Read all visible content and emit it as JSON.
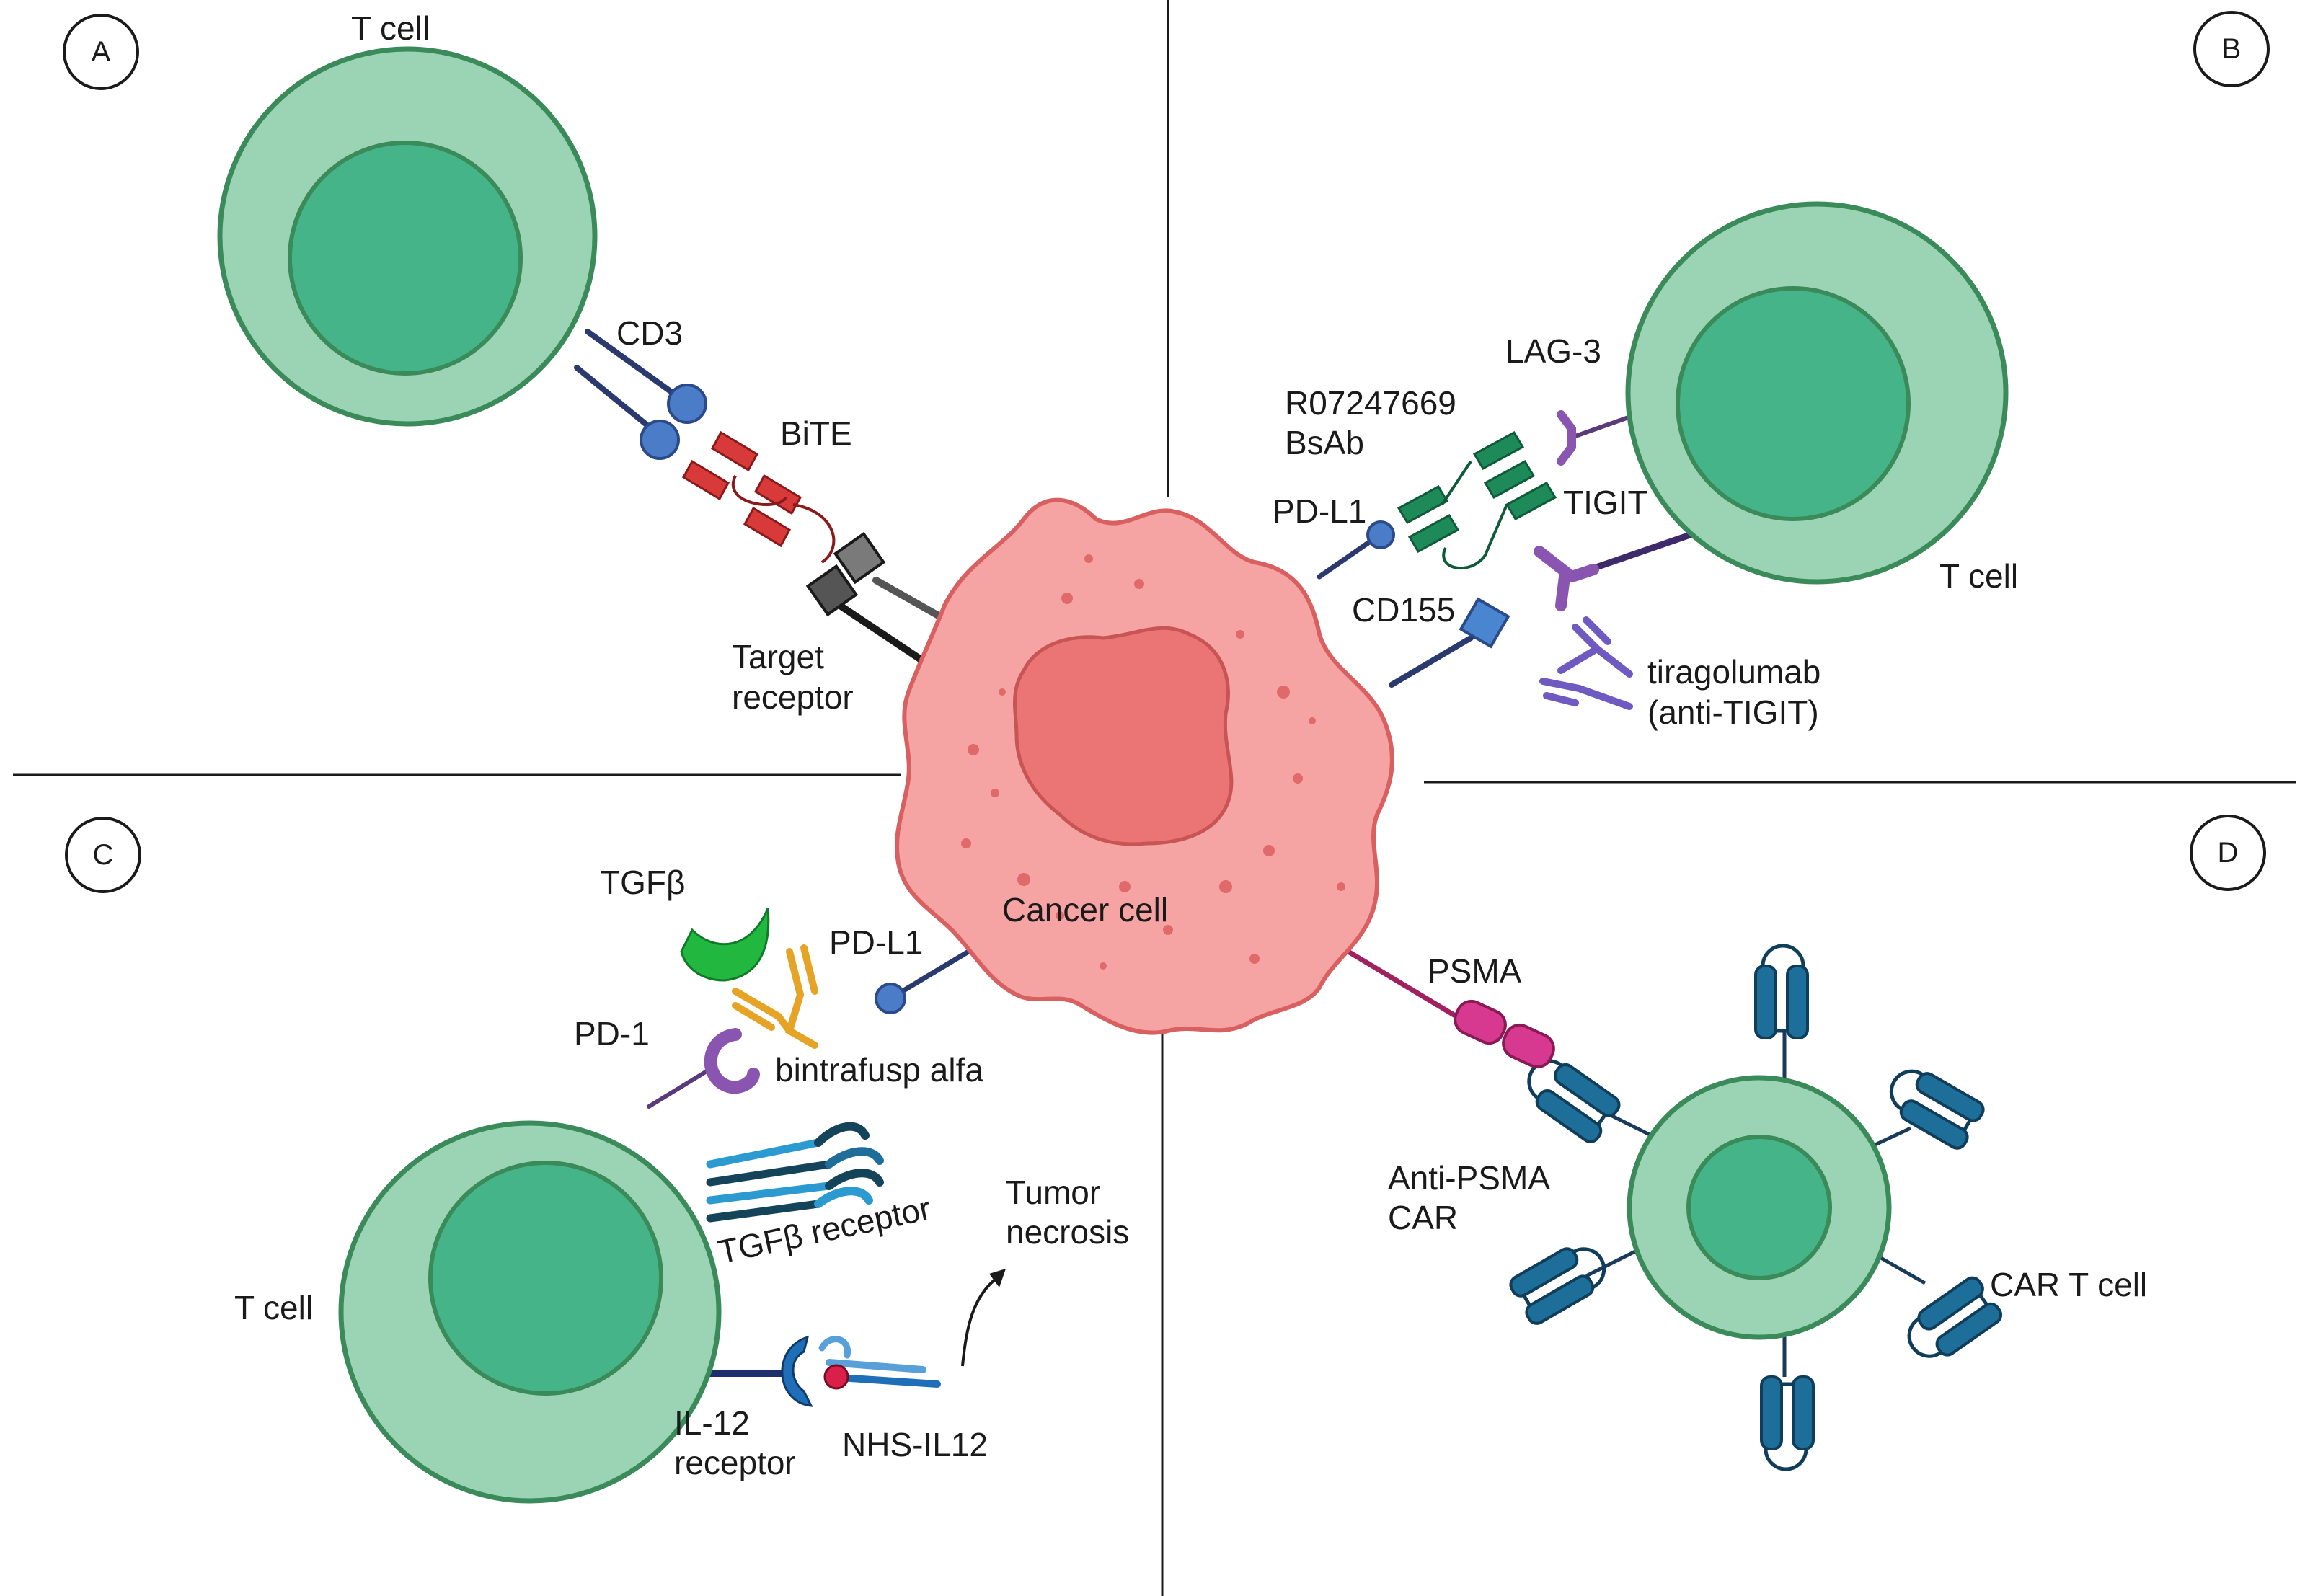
{
  "panels": {
    "a": {
      "letter": "A"
    },
    "b": {
      "letter": "B"
    },
    "c": {
      "letter": "C"
    },
    "d": {
      "letter": "D"
    }
  },
  "center": {
    "cancer_cell": "Cancer cell"
  },
  "panel_a": {
    "t_cell": "T cell",
    "cd3": "CD3",
    "bite": "BiTE",
    "target_receptor_line1": "Target",
    "target_receptor_line2": "receptor"
  },
  "panel_b": {
    "t_cell": "T cell",
    "lag3": "LAG-3",
    "bsab_line1": "R07247669",
    "bsab_line2": "BsAb",
    "pdl1": "PD-L1",
    "tigit": "TIGIT",
    "cd155": "CD155",
    "tiragolumab_line1": "tiragolumab",
    "tiragolumab_line2": "(anti-TIGIT)"
  },
  "panel_c": {
    "tgfb": "TGFβ",
    "pdl1": "PD-L1",
    "pd1": "PD-1",
    "bintrafusp": "bintrafusp alfa",
    "tgfb_receptor": "TGFβ receptor",
    "tumor_necrosis_line1": "Tumor",
    "tumor_necrosis_line2": "necrosis",
    "t_cell": "T cell",
    "il12_receptor_line1": "IL-12",
    "il12_receptor_line2": "receptor",
    "nhs_il12": "NHS-IL12"
  },
  "panel_d": {
    "psma": "PSMA",
    "anti_psma_line1": "Anti-PSMA",
    "anti_psma_line2": "CAR",
    "car_t_cell": "CAR T cell"
  },
  "colors": {
    "t_cell_outer": "#9bd4b4",
    "t_cell_inner": "#45b589",
    "t_cell_stroke": "#3a8a5a",
    "cancer_cell": "#f5a3a3",
    "cancer_nucleus": "#eb7474",
    "cancer_stroke": "#d86060",
    "receptor_navy": "#2b3a6e",
    "cd3_blue": "#4a7cc8",
    "bite_red": "#d83a3a",
    "bsab_green": "#1e8a5a",
    "tigit_purple": "#8a55b0",
    "cd155_blue": "#4a86d0",
    "tgfb_green": "#22b840",
    "bintrafusp_orange": "#e5a425",
    "car_blue": "#1d6e99",
    "psma_magenta": "#d6398f",
    "il12_blue": "#1f6eb8"
  }
}
